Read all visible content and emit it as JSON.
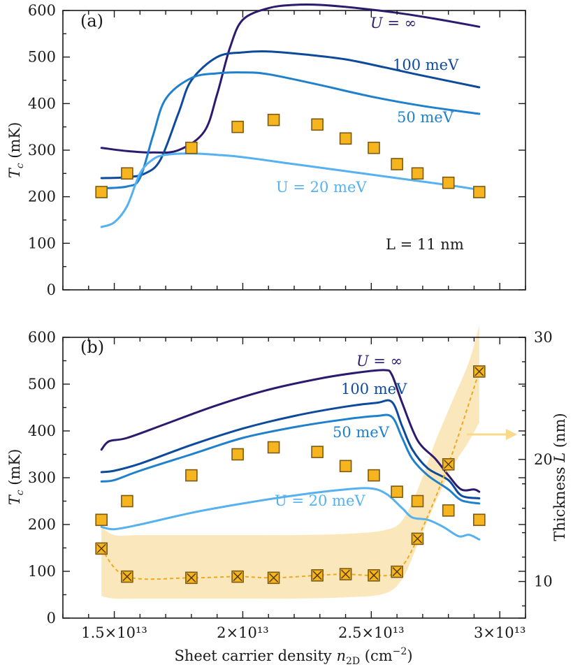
{
  "chart_data": [
    {
      "panel": "(a)",
      "type": "line",
      "ylabel": "T_c (mK)",
      "ylim": [
        0,
        600
      ],
      "yticks": [
        0,
        100,
        200,
        300,
        400,
        500,
        600
      ],
      "xlim": [
        13000000000000.0,
        31000000000000.0
      ],
      "annotation": "L = 11 nm",
      "series": [
        {
          "name": "U = ∞",
          "color": "#2c1a6e",
          "x": [
            14500000000000.0,
            15500000000000.0,
            16500000000000.0,
            17500000000000.0,
            18500000000000.0,
            19000000000000.0,
            19500000000000.0,
            20000000000000.0,
            21000000000000.0,
            22000000000000.0,
            23000000000000.0,
            24500000000000.0,
            26000000000000.0,
            27500000000000.0,
            29200000000000.0
          ],
          "values": [
            305,
            298,
            295,
            300,
            340,
            420,
            520,
            580,
            605,
            612,
            612,
            605,
            595,
            582,
            565
          ]
        },
        {
          "name": "100 meV",
          "color": "#0d4a9c",
          "x": [
            14500000000000.0,
            15500000000000.0,
            16200000000000.0,
            16800000000000.0,
            17500000000000.0,
            18000000000000.0,
            19000000000000.0,
            20000000000000.0,
            21000000000000.0,
            22500000000000.0,
            24000000000000.0,
            25500000000000.0,
            27000000000000.0,
            29200000000000.0
          ],
          "values": [
            240,
            242,
            250,
            280,
            380,
            450,
            500,
            510,
            512,
            505,
            495,
            478,
            460,
            435
          ]
        },
        {
          "name": "50 meV",
          "color": "#1f80cc",
          "x": [
            14500000000000.0,
            15500000000000.0,
            16000000000000.0,
            16500000000000.0,
            17000000000000.0,
            18000000000000.0,
            19000000000000.0,
            20000000000000.0,
            21000000000000.0,
            23000000000000.0,
            25000000000000.0,
            27000000000000.0,
            29200000000000.0
          ],
          "values": [
            218,
            222,
            240,
            330,
            410,
            455,
            465,
            467,
            463,
            440,
            415,
            395,
            378
          ]
        },
        {
          "name": "U = 20 meV",
          "color": "#55b1ef",
          "x": [
            14500000000000.0,
            15000000000000.0,
            15500000000000.0,
            16000000000000.0,
            16500000000000.0,
            17000000000000.0,
            18000000000000.0,
            19000000000000.0,
            20000000000000.0,
            22000000000000.0,
            24000000000000.0,
            26000000000000.0,
            28000000000000.0,
            29200000000000.0
          ],
          "values": [
            135,
            145,
            180,
            250,
            280,
            290,
            293,
            290,
            285,
            270,
            255,
            240,
            225,
            215
          ]
        }
      ],
      "points": {
        "x": [
          14500000000000.0,
          15500000000000.0,
          18000000000000.0,
          19800000000000.0,
          21200000000000.0,
          22900000000000.0,
          24000000000000.0,
          25100000000000.0,
          26000000000000.0,
          26800000000000.0,
          28000000000000.0,
          29200000000000.0
        ],
        "values": [
          210,
          250,
          305,
          350,
          365,
          355,
          325,
          305,
          270,
          250,
          230,
          210
        ]
      }
    },
    {
      "panel": "(b)",
      "type": "line",
      "xlabel": "Sheet carrier density n_2D (cm^-2)",
      "ylabel": "T_c (mK)",
      "y2label": "Thickness L (nm)",
      "ylim": [
        0,
        600
      ],
      "yticks": [
        0,
        100,
        200,
        300,
        400,
        500,
        600
      ],
      "y2lim": [
        7,
        30
      ],
      "y2ticks": [
        10,
        20,
        30
      ],
      "xlim": [
        13000000000000.0,
        31000000000000.0
      ],
      "xticks": [
        15000000000000.0,
        20000000000000.0,
        25000000000000.0,
        30000000000000.0
      ],
      "xticklabels": [
        "1.5×10¹³",
        "2×10¹³",
        "2.5×10¹³",
        "3×10¹³"
      ],
      "series": [
        {
          "name": "U = ∞",
          "color": "#2c1a6e",
          "x": [
            14500000000000.0,
            14800000000000.0,
            15500000000000.0,
            17000000000000.0,
            19000000000000.0,
            21000000000000.0,
            23000000000000.0,
            24500000000000.0,
            25500000000000.0,
            25800000000000.0,
            26200000000000.0,
            26800000000000.0,
            27500000000000.0,
            28000000000000.0,
            28500000000000.0,
            29000000000000.0,
            29200000000000.0
          ],
          "values": [
            360,
            378,
            385,
            415,
            455,
            488,
            512,
            525,
            530,
            520,
            460,
            380,
            340,
            305,
            275,
            275,
            270
          ]
        },
        {
          "name": "100 meV",
          "color": "#0d4a9c",
          "x": [
            14500000000000.0,
            15000000000000.0,
            16000000000000.0,
            18000000000000.0,
            20000000000000.0,
            22000000000000.0,
            24000000000000.0,
            25200000000000.0,
            25800000000000.0,
            26200000000000.0,
            26600000000000.0,
            27200000000000.0,
            28000000000000.0,
            28500000000000.0,
            29200000000000.0
          ],
          "values": [
            312,
            315,
            330,
            370,
            405,
            432,
            452,
            460,
            462,
            410,
            360,
            320,
            295,
            262,
            256
          ]
        },
        {
          "name": "50 meV",
          "color": "#1f80cc",
          "x": [
            14500000000000.0,
            15000000000000.0,
            16000000000000.0,
            18000000000000.0,
            20000000000000.0,
            22000000000000.0,
            24000000000000.0,
            25200000000000.0,
            25800000000000.0,
            26200000000000.0,
            26600000000000.0,
            27200000000000.0,
            28000000000000.0,
            28500000000000.0,
            29200000000000.0
          ],
          "values": [
            292,
            295,
            315,
            350,
            385,
            408,
            425,
            432,
            430,
            385,
            340,
            305,
            275,
            252,
            245
          ]
        },
        {
          "name": "U = 20 meV",
          "color": "#55b1ef",
          "x": [
            14500000000000.0,
            15000000000000.0,
            16000000000000.0,
            18000000000000.0,
            20000000000000.0,
            22000000000000.0,
            24000000000000.0,
            25000000000000.0,
            25600000000000.0,
            26200000000000.0,
            26600000000000.0,
            27200000000000.0,
            27800000000000.0,
            28400000000000.0,
            28800000000000.0,
            29200000000000.0
          ],
          "values": [
            195,
            190,
            200,
            225,
            245,
            262,
            275,
            277,
            265,
            235,
            215,
            210,
            195,
            175,
            178,
            168
          ]
        }
      ],
      "points": {
        "x": [
          14500000000000.0,
          15500000000000.0,
          18000000000000.0,
          19800000000000.0,
          21200000000000.0,
          22900000000000.0,
          24000000000000.0,
          25100000000000.0,
          26000000000000.0,
          26800000000000.0,
          28000000000000.0,
          29200000000000.0
        ],
        "values": [
          210,
          250,
          305,
          350,
          365,
          355,
          325,
          305,
          270,
          250,
          230,
          210
        ]
      },
      "thickness_points": {
        "x": [
          14500000000000.0,
          15500000000000.0,
          18000000000000.0,
          19800000000000.0,
          21200000000000.0,
          22900000000000.0,
          24000000000000.0,
          25100000000000.0,
          26000000000000.0,
          26800000000000.0,
          28000000000000.0,
          29200000000000.0
        ],
        "values": [
          12.7,
          10.4,
          10.3,
          10.4,
          10.3,
          10.5,
          10.6,
          10.5,
          10.8,
          13.5,
          19.6,
          27.2
        ]
      },
      "thickness_band": {
        "x": [
          14500000000000.0,
          15000000000000.0,
          16000000000000.0,
          18000000000000.0,
          20000000000000.0,
          22000000000000.0,
          24000000000000.0,
          25500000000000.0,
          26200000000000.0,
          26800000000000.0,
          27500000000000.0,
          28200000000000.0,
          28800000000000.0,
          29200000000000.0
        ],
        "upper": [
          14.5,
          13.8,
          13.8,
          13.8,
          13.8,
          13.8,
          13.9,
          14.2,
          15,
          17.5,
          21.5,
          25,
          28,
          31
        ],
        "lower": [
          8.8,
          8.6,
          8.6,
          8.6,
          8.6,
          8.6,
          8.7,
          9,
          10.2,
          13,
          16.5,
          19.5,
          21.5,
          23
        ]
      }
    }
  ],
  "labels": {
    "panel_a": "(a)",
    "panel_b": "(b)",
    "a_uinf": "U = ∞",
    "a_100": "100 meV",
    "a_50": "50 meV",
    "a_20": "U = 20 meV",
    "a_anno": "L = 11 nm",
    "b_uinf": "U = ∞",
    "b_100": "100 meV",
    "b_50": "50 meV",
    "b_20": "U = 20 meV",
    "ylabel_T": "T",
    "ylabel_c": "c",
    "ylabel_unit": " (mK)",
    "y2label_main": "Thickness ",
    "y2label_L": "L",
    "y2label_unit": " (nm)",
    "xlabel_main": "Sheet carrier density ",
    "xlabel_n": "n",
    "xlabel_sub": "2D",
    "xlabel_unit_open": " (cm",
    "xlabel_sup": "−2",
    "xlabel_unit_close": ")"
  },
  "colors": {
    "u_inf": "#2c1a6e",
    "u_100": "#0d4a9c",
    "u_50": "#1f80cc",
    "u_20": "#55b1ef",
    "marker": "#F6B51E",
    "thickness_band": "#F9DFA6",
    "thickness_line": "#F0A81E"
  }
}
